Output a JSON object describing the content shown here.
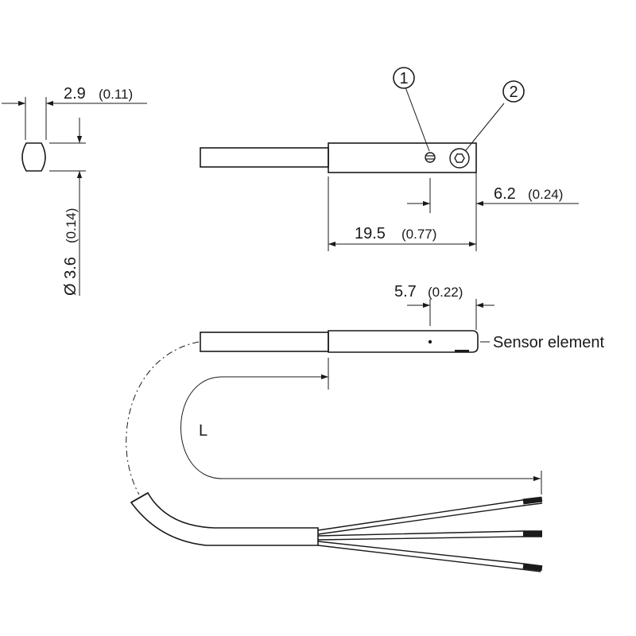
{
  "dimensions": {
    "width_mm": "2.9",
    "width_in": "(0.11)",
    "diameter_mm": "Ø 3.6",
    "diameter_in": "(0.14)",
    "to_screw_mm": "6.2",
    "to_screw_in": "(0.24)",
    "body_length_mm": "19.5",
    "body_length_in": "(0.77)",
    "sensor_offset_mm": "5.7",
    "sensor_offset_in": "(0.22)"
  },
  "callouts": {
    "marker_1": "1",
    "marker_2": "2",
    "sensor_element": "Sensor element",
    "cable_length": "L"
  },
  "colors": {
    "line": "#1a1a1a",
    "background": "#ffffff"
  }
}
